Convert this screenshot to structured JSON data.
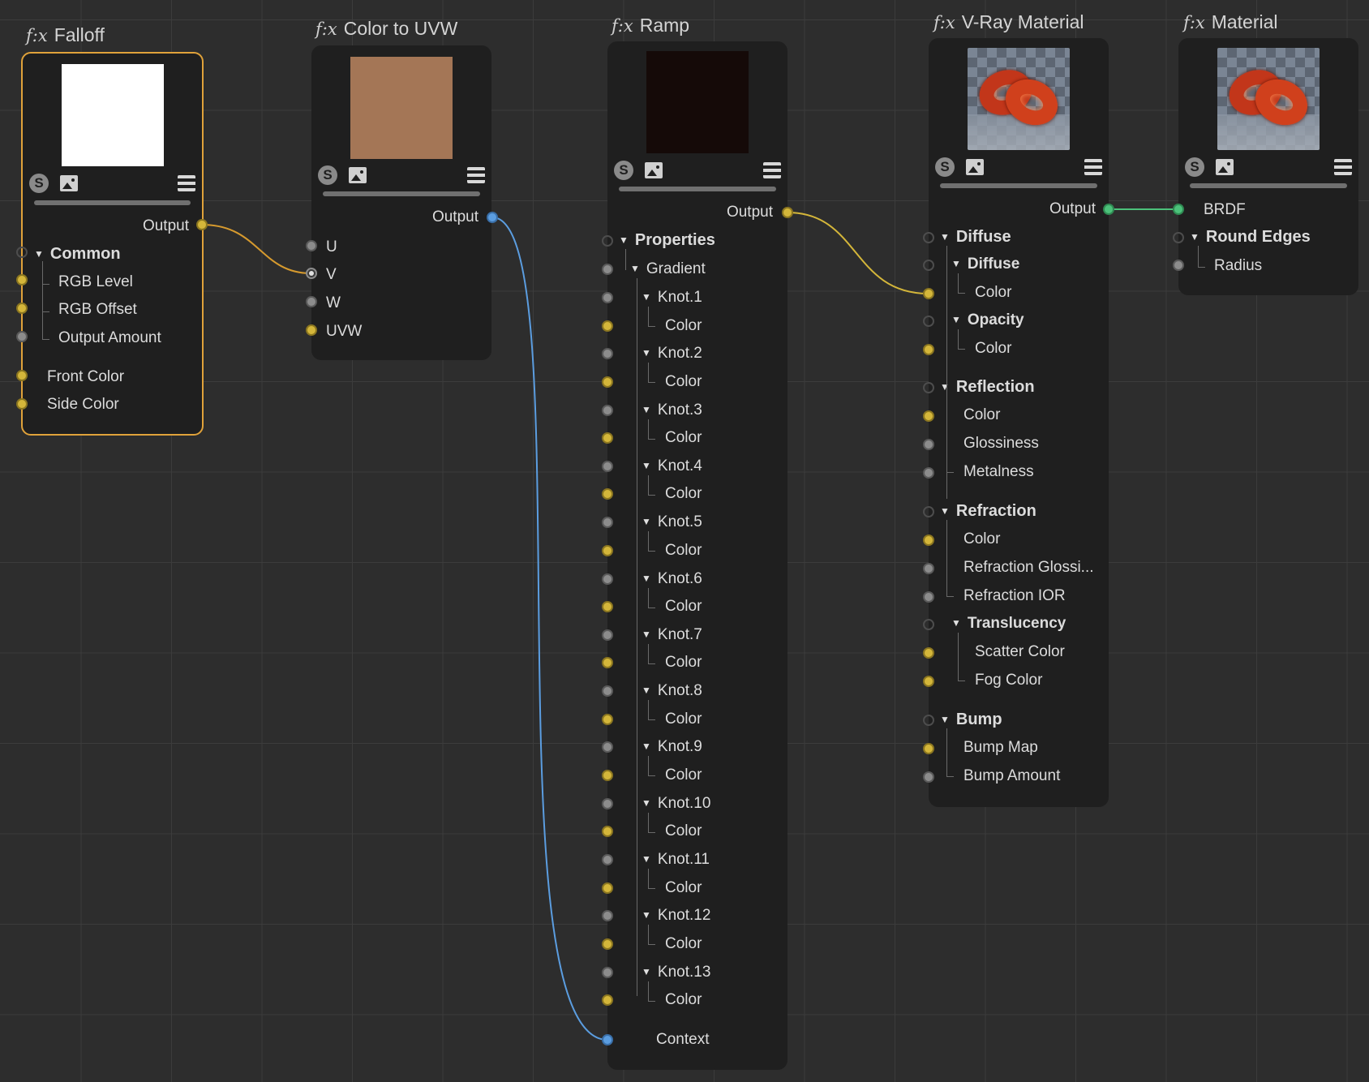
{
  "colors": {
    "canvas": "#2d2d2d",
    "node": "#1f1f1f",
    "selected_border": "#e0a23a",
    "wire_yellow": "#d4b63a",
    "wire_orange": "#d69a2e",
    "wire_blue": "#5b9de0",
    "wire_green": "#4cc17a",
    "falloff_preview": "#ffffff",
    "uvw_preview": "#a47656",
    "ramp_preview": "#150a08"
  },
  "fx_label": "f:x",
  "nodes": {
    "falloff": {
      "title": "Falloff",
      "output": "Output",
      "common": "Common",
      "rgb_level": "RGB Level",
      "rgb_offset": "RGB Offset",
      "output_amount": "Output Amount",
      "front_color": "Front Color",
      "side_color": "Side Color"
    },
    "color_to_uvw": {
      "title": "Color to UVW",
      "output": "Output",
      "u": "U",
      "v": "V",
      "w": "W",
      "uvw": "UVW"
    },
    "ramp": {
      "title": "Ramp",
      "output": "Output",
      "properties": "Properties",
      "gradient": "Gradient",
      "knots": [
        "Knot.1",
        "Knot.2",
        "Knot.3",
        "Knot.4",
        "Knot.5",
        "Knot.6",
        "Knot.7",
        "Knot.8",
        "Knot.9",
        "Knot.10",
        "Knot.11",
        "Knot.12",
        "Knot.13"
      ],
      "color": "Color",
      "context": "Context"
    },
    "vray": {
      "title": "V-Ray Material",
      "output": "Output",
      "diffuse_group": "Diffuse",
      "diffuse_sub": "Diffuse",
      "diffuse_color": "Color",
      "opacity": "Opacity",
      "opacity_color": "Color",
      "reflection": "Reflection",
      "reflection_color": "Color",
      "glossiness": "Glossiness",
      "metalness": "Metalness",
      "refraction": "Refraction",
      "refraction_color": "Color",
      "refraction_glossiness": "Refraction Glossi...",
      "refraction_ior": "Refraction IOR",
      "translucency": "Translucency",
      "scatter_color": "Scatter Color",
      "fog_color": "Fog Color",
      "bump": "Bump",
      "bump_map": "Bump Map",
      "bump_amount": "Bump Amount"
    },
    "material": {
      "title": "Material",
      "brdf": "BRDF",
      "round_edges": "Round Edges",
      "radius": "Radius"
    }
  },
  "icons": {
    "s": "S",
    "image": "image-icon",
    "menu": "menu-icon"
  }
}
